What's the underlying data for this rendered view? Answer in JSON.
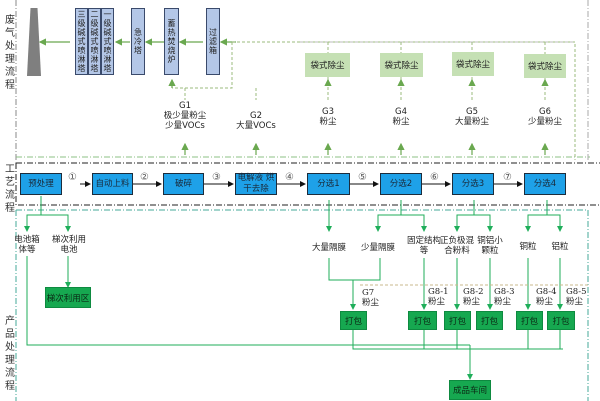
{
  "sections": {
    "exhaust": "废气处理流程",
    "process": "工艺流程",
    "product": "产品处理流程"
  },
  "exhaust_units": {
    "scrubber3": "三级碱式喷淋塔",
    "scrubber2": "二级碱式喷淋塔",
    "scrubber1": "一级碱式喷淋塔",
    "quench": "急冷塔",
    "rto": "蓄热焚烧炉",
    "filter": "过滤箱"
  },
  "bag_filters": [
    "袋式除尘",
    "袋式除尘",
    "袋式除尘",
    "袋式除尘"
  ],
  "emissions": {
    "g1": {
      "id": "G1",
      "desc": "极少量粉尘\n少量VOCs"
    },
    "g2": {
      "id": "G2",
      "desc": "大量VOCs"
    },
    "g3": {
      "id": "G3",
      "desc": "粉尘"
    },
    "g4": {
      "id": "G4",
      "desc": "粉尘"
    },
    "g5": {
      "id": "G5",
      "desc": "大量粉尘"
    },
    "g6": {
      "id": "G6",
      "desc": "少量粉尘"
    },
    "g7": {
      "id": "G7",
      "desc": "粉尘"
    },
    "g8_1": {
      "id": "G8-1",
      "desc": "粉尘"
    },
    "g8_2": {
      "id": "G8-2",
      "desc": "粉尘"
    },
    "g8_3": {
      "id": "G8-3",
      "desc": "粉尘"
    },
    "g8_4": {
      "id": "G8-4",
      "desc": "粉尘"
    },
    "g8_5": {
      "id": "G8-5",
      "desc": "粉尘"
    }
  },
  "process_steps": [
    {
      "label": "预处理"
    },
    {
      "label": "自动上料"
    },
    {
      "label": "破碎"
    },
    {
      "label": "电解液\n烘干去除"
    },
    {
      "label": "分选1"
    },
    {
      "label": "分选2"
    },
    {
      "label": "分选3"
    },
    {
      "label": "分选4"
    }
  ],
  "step_numbers": [
    "①",
    "②",
    "③",
    "④",
    "⑤",
    "⑥",
    "⑦"
  ],
  "products": {
    "battery_case": "电池箱\n体等",
    "cascade_battery": "梯次利用\n电池",
    "cascade_area": "梯次利用区",
    "large_separator": "大量隔膜",
    "small_separator": "少量隔膜",
    "fixed_structure": "固定结构\n等",
    "electrode_mix": "正负极混\n合粉料",
    "cu_al_particles": "铜铝小\n颗粒",
    "cu_particles": "铜粒",
    "al_particles": "铝粒"
  },
  "packing_label": "打包",
  "finished_workshop": "成品车间"
}
